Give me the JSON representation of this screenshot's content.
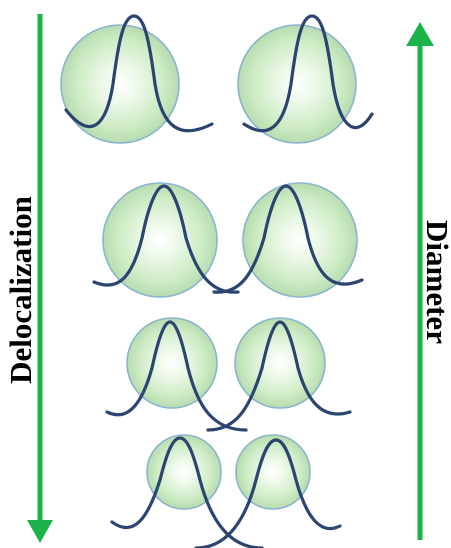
{
  "left_arrow": {
    "label": "Delocalization",
    "direction": "down",
    "color": "#1db24a"
  },
  "right_arrow": {
    "label": "Diameter",
    "direction": "up",
    "color": "#1db24a"
  },
  "sphere_fill_color": "#cdebc4",
  "wave_color": "#2b4470",
  "rows": [
    {
      "name": "largest-spheres",
      "sphere_count": 2
    },
    {
      "name": "large-spheres",
      "sphere_count": 2
    },
    {
      "name": "medium-spheres",
      "sphere_count": 2
    },
    {
      "name": "smallest-spheres",
      "sphere_count": 2
    }
  ]
}
